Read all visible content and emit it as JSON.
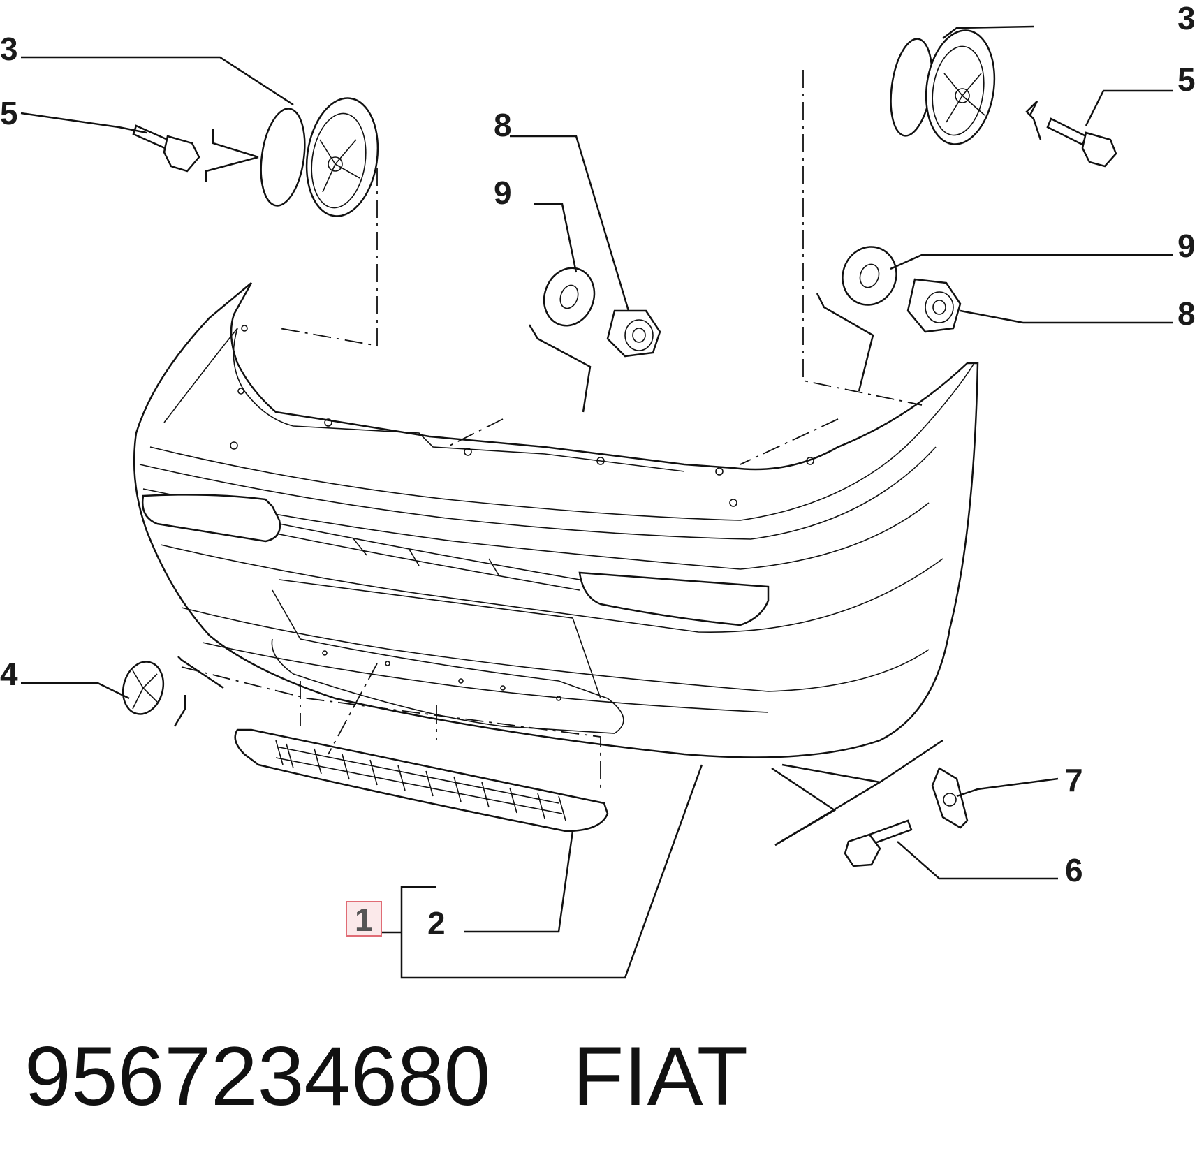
{
  "callouts": {
    "c1": "1",
    "c2": "2",
    "c3_left": "3",
    "c3_right": "3",
    "c4": "4",
    "c5_left": "5",
    "c5_right": "5",
    "c6": "6",
    "c7": "7",
    "c8_center": "8",
    "c8_right": "8",
    "c9_center": "9",
    "c9_right": "9"
  },
  "footer": {
    "part_number": "9567234680",
    "brand": "FIAT"
  },
  "highlight_color": "#e06c75"
}
